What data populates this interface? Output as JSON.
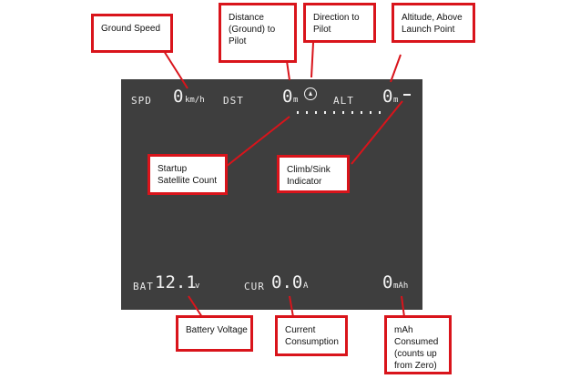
{
  "osd": {
    "spd_label": "SPD",
    "spd_value": "0",
    "spd_unit": "km/h",
    "dst_label": "DST",
    "dst_value": "0",
    "dst_unit": "m",
    "alt_label": "ALT",
    "alt_value": "0",
    "alt_unit": "m",
    "bat_label": "BAT",
    "bat_value": "12.1",
    "bat_unit": "v",
    "cur_label": "CUR",
    "cur_value": "0.0",
    "cur_unit": "A",
    "mah_value": "0",
    "mah_unit": "mAh",
    "satellite_dots": 10,
    "climb_indicator": "-"
  },
  "callouts": {
    "ground_speed": "Ground Speed",
    "distance": [
      "Distance",
      "(Ground) to",
      "Pilot"
    ],
    "direction": [
      "Direction to",
      "Pilot"
    ],
    "altitude": [
      "Altitude, Above",
      "Launch Point"
    ],
    "satellite": [
      "Startup",
      "Satellite Count"
    ],
    "climb": [
      "Climb/Sink",
      "Indicator"
    ],
    "battery": "Battery Voltage",
    "current": [
      "Current",
      "Consumption"
    ],
    "mah": [
      "mAh",
      "Consumed",
      "(counts up",
      "from Zero)"
    ]
  },
  "colors": {
    "screen_bg": "#3e3e3e",
    "osd_text": "#f2f2f2",
    "callout_border": "#d9141b",
    "leader_line": "#d9141b"
  }
}
